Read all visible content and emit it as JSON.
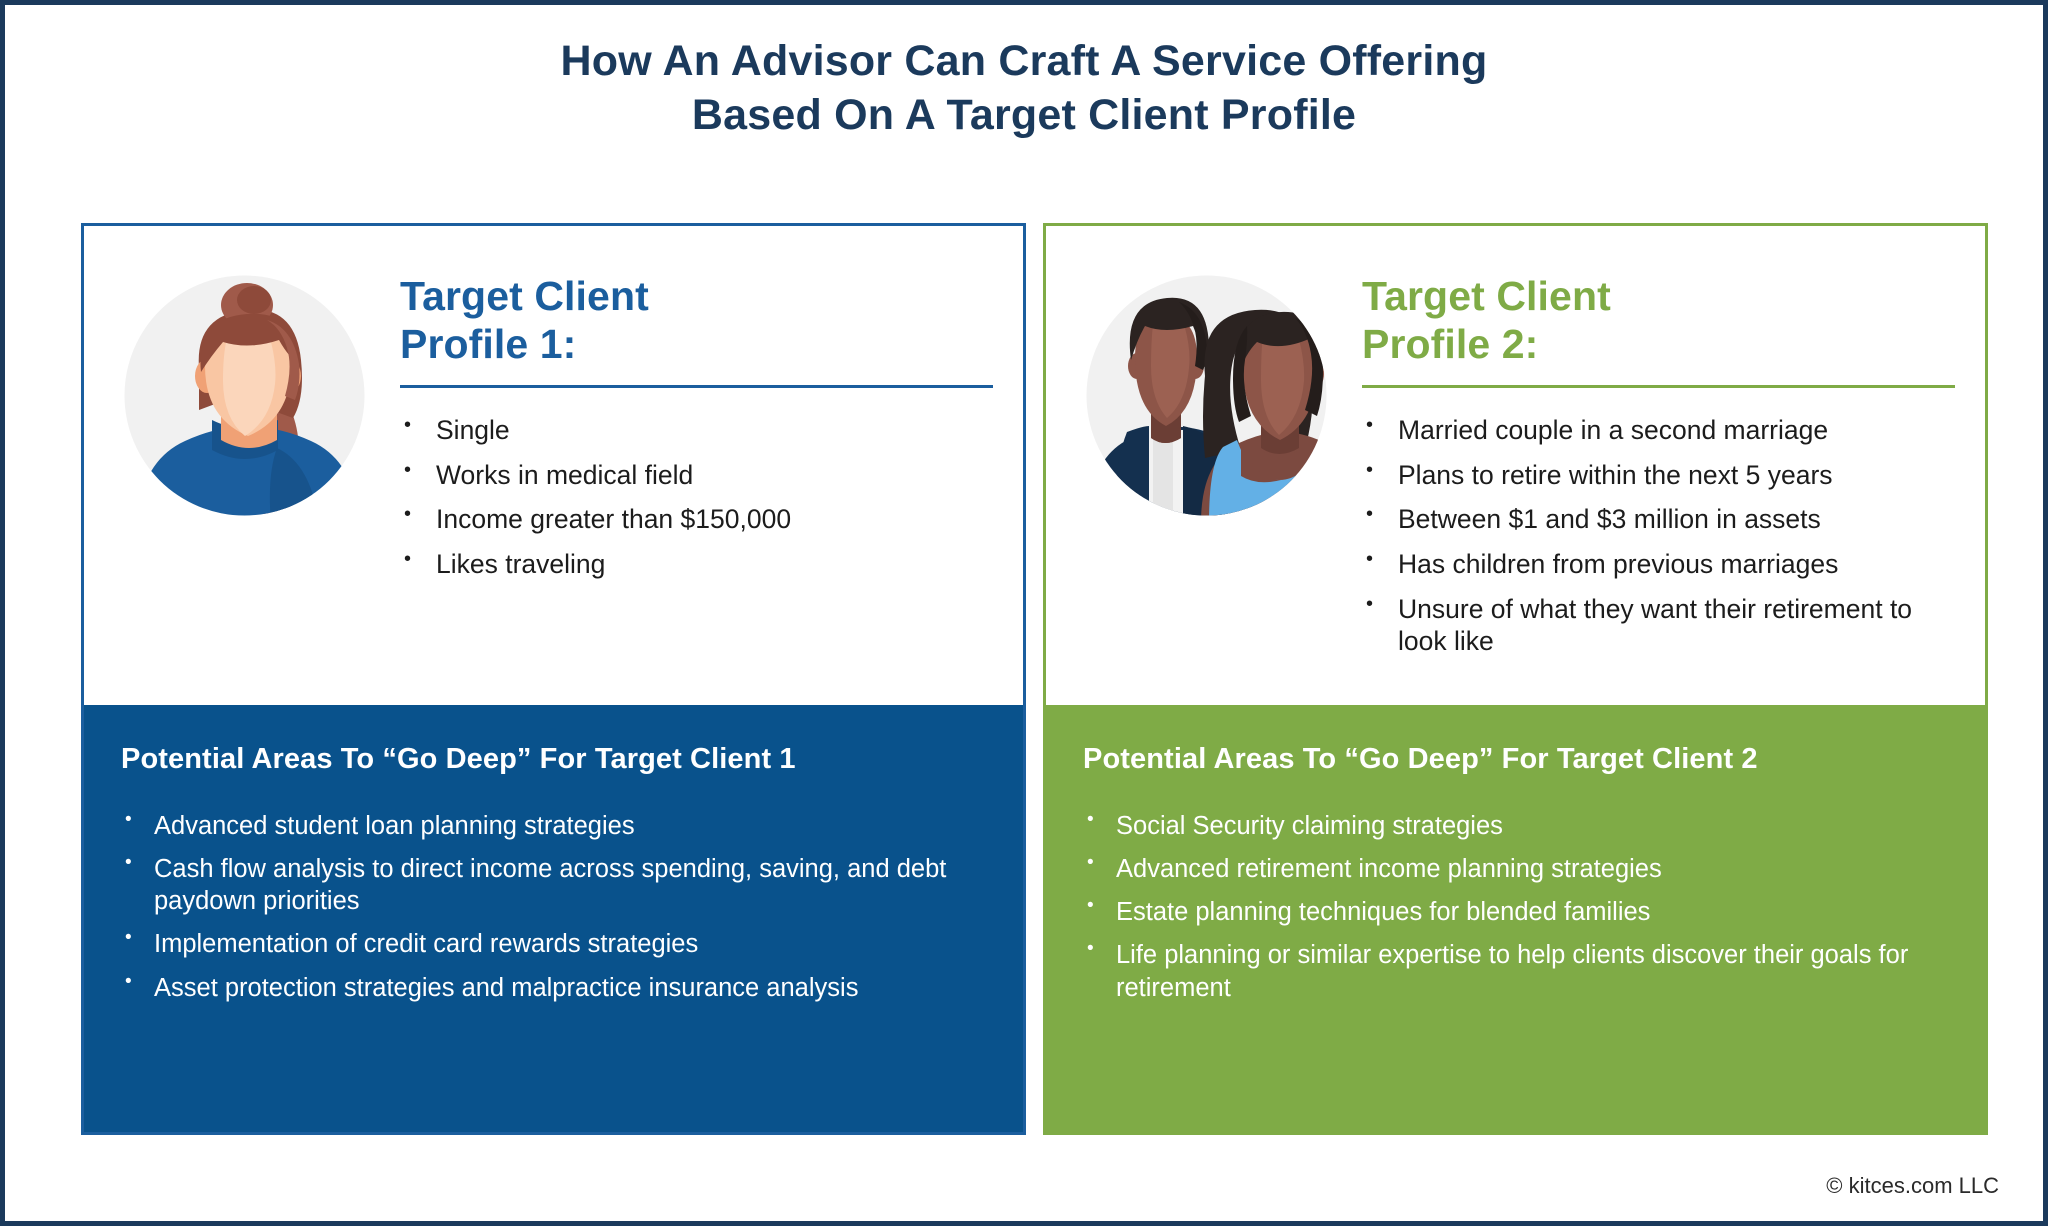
{
  "title": {
    "line1": "How An Advisor Can Craft A Service Offering",
    "line2": "Based On A Target Client Profile"
  },
  "colors": {
    "frame": "#1b3a5c",
    "title_text": "#1b3a5c",
    "profile1_accent": "#1b5e9e",
    "profile2_accent": "#7fab46",
    "footer1_bg": "#09528c",
    "footer2_bg": "#7fab46",
    "body_text": "#1c1c1c"
  },
  "profile1": {
    "avatar_icon": "single-woman-avatar-icon",
    "heading_line1": "Target Client",
    "heading_line2": "Profile 1:",
    "bullets": [
      "Single",
      "Works in medical field",
      "Income greater than $150,000",
      "Likes traveling"
    ],
    "footer_title": "Potential Areas To “Go Deep” For Target Client 1",
    "footer_bullets": [
      "Advanced student loan planning strategies",
      "Cash flow analysis to direct income across spending, saving, and debt paydown priorities",
      "Implementation of credit card rewards strategies",
      "Asset protection strategies and malpractice insurance analysis"
    ]
  },
  "profile2": {
    "avatar_icon": "married-couple-avatar-icon",
    "heading_line1": "Target Client",
    "heading_line2": "Profile 2:",
    "bullets": [
      "Married couple in a second marriage",
      "Plans to retire within the next 5 years",
      "Between $1 and $3 million in assets",
      "Has children from previous marriages",
      "Unsure of what they want their retirement to look like"
    ],
    "footer_title": "Potential Areas To “Go Deep” For Target Client 2",
    "footer_bullets": [
      "Social Security claiming strategies",
      "Advanced retirement income planning strategies",
      "Estate planning techniques for blended families",
      "Life planning or similar expertise to help clients discover their goals for retirement"
    ]
  },
  "copyright": "© kitces.com LLC"
}
